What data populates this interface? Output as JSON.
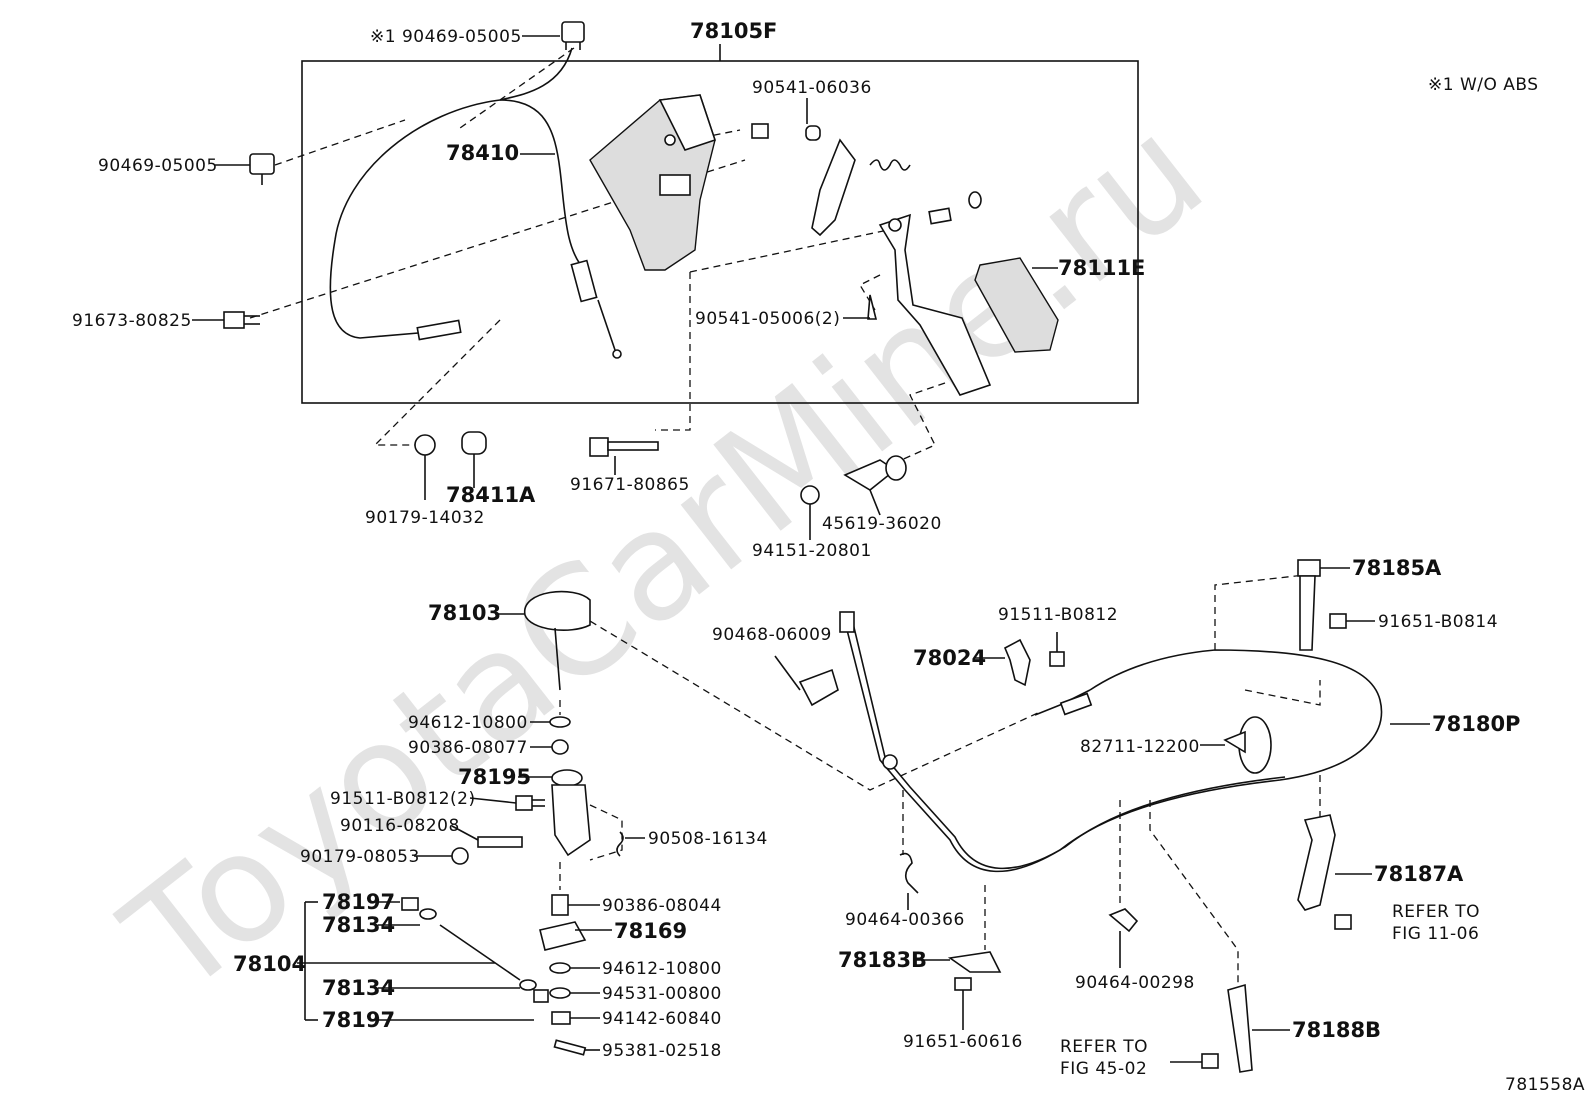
{
  "diagram": {
    "code": "781558A",
    "watermark": "ToyotaCarMine.ru",
    "note": "※1 W/O ABS",
    "assembly_label": "78105F",
    "labels": [
      {
        "id": "l01",
        "text": "※1  90469-05005"
      },
      {
        "id": "l02",
        "text": "78105F"
      },
      {
        "id": "l03",
        "text": "90541-06036"
      },
      {
        "id": "l04",
        "text": "90469-05005"
      },
      {
        "id": "l05",
        "text": "78410"
      },
      {
        "id": "l06",
        "text": "78111E"
      },
      {
        "id": "l07",
        "text": "91673-80825"
      },
      {
        "id": "l08",
        "text": "90541-05006(2)"
      },
      {
        "id": "l09",
        "text": "78411A"
      },
      {
        "id": "l10",
        "text": "90179-14032"
      },
      {
        "id": "l11",
        "text": "91671-80865"
      },
      {
        "id": "l12",
        "text": "45619-36020"
      },
      {
        "id": "l13",
        "text": "94151-20801"
      },
      {
        "id": "l14",
        "text": "78185A"
      },
      {
        "id": "l15",
        "text": "91511-B0812"
      },
      {
        "id": "l16",
        "text": "91651-B0814"
      },
      {
        "id": "l17",
        "text": "78103"
      },
      {
        "id": "l18",
        "text": "90468-06009"
      },
      {
        "id": "l19",
        "text": "78024"
      },
      {
        "id": "l20",
        "text": "78180P"
      },
      {
        "id": "l21",
        "text": "82711-12200"
      },
      {
        "id": "l22",
        "text": "94612-10800"
      },
      {
        "id": "l23",
        "text": "90386-08077"
      },
      {
        "id": "l24",
        "text": "78195"
      },
      {
        "id": "l25",
        "text": "91511-B0812(2)"
      },
      {
        "id": "l26",
        "text": "90116-08208"
      },
      {
        "id": "l27",
        "text": "90508-16134"
      },
      {
        "id": "l28",
        "text": "90179-08053"
      },
      {
        "id": "l29",
        "text": "78197"
      },
      {
        "id": "l30",
        "text": "78134"
      },
      {
        "id": "l31",
        "text": "90386-08044"
      },
      {
        "id": "l32",
        "text": "78169"
      },
      {
        "id": "l33",
        "text": "78104"
      },
      {
        "id": "l34",
        "text": "94612-10800"
      },
      {
        "id": "l35",
        "text": "78134"
      },
      {
        "id": "l36",
        "text": "94531-00800"
      },
      {
        "id": "l37",
        "text": "78197"
      },
      {
        "id": "l38",
        "text": "94142-60840"
      },
      {
        "id": "l39",
        "text": "95381-02518"
      },
      {
        "id": "l40",
        "text": "78187A"
      },
      {
        "id": "l41",
        "text": "REFER TO"
      },
      {
        "id": "l42",
        "text": "FIG 11-06"
      },
      {
        "id": "l43",
        "text": "90464-00366"
      },
      {
        "id": "l44",
        "text": "78183B"
      },
      {
        "id": "l45",
        "text": "90464-00298"
      },
      {
        "id": "l46",
        "text": "78188B"
      },
      {
        "id": "l47",
        "text": "91651-60616"
      },
      {
        "id": "l48",
        "text": "REFER TO"
      },
      {
        "id": "l49",
        "text": "FIG 45-02"
      }
    ]
  }
}
